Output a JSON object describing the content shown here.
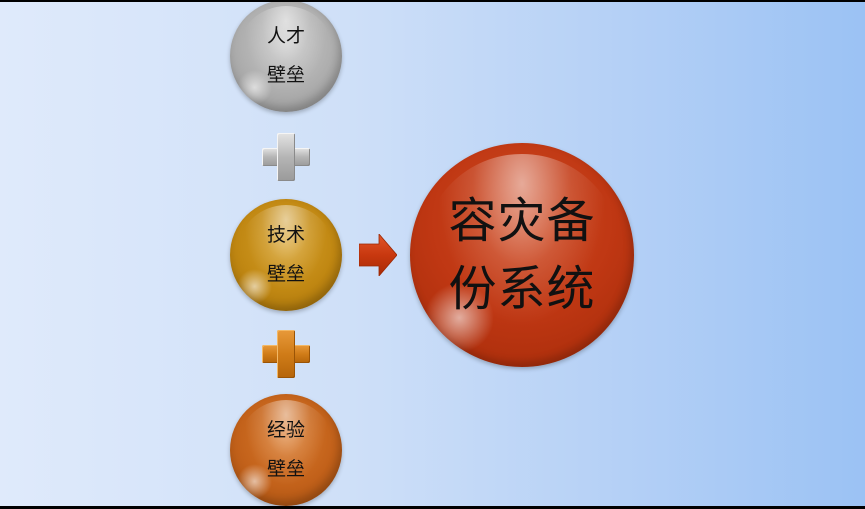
{
  "diagram": {
    "barriers": [
      {
        "line1": "人才",
        "line2": "壁垒",
        "color": "#adadad"
      },
      {
        "line1": "技术",
        "line2": "壁垒",
        "color": "#c08712"
      },
      {
        "line1": "经验",
        "line2": "壁垒",
        "color": "#c2611a"
      }
    ],
    "connectors": [
      {
        "symbol": "plus",
        "color": "#b5b5b5"
      },
      {
        "symbol": "plus",
        "color": "#d07c18"
      }
    ],
    "arrow": {
      "symbol": "right-arrow",
      "color": "#c8380f"
    },
    "result": {
      "line1": "容灾备",
      "line2": "份系统",
      "color": "#bf3713"
    }
  },
  "colors": {
    "background_left": "#dfeafb",
    "background_right": "#9bc2f4",
    "frame": "#000000"
  }
}
